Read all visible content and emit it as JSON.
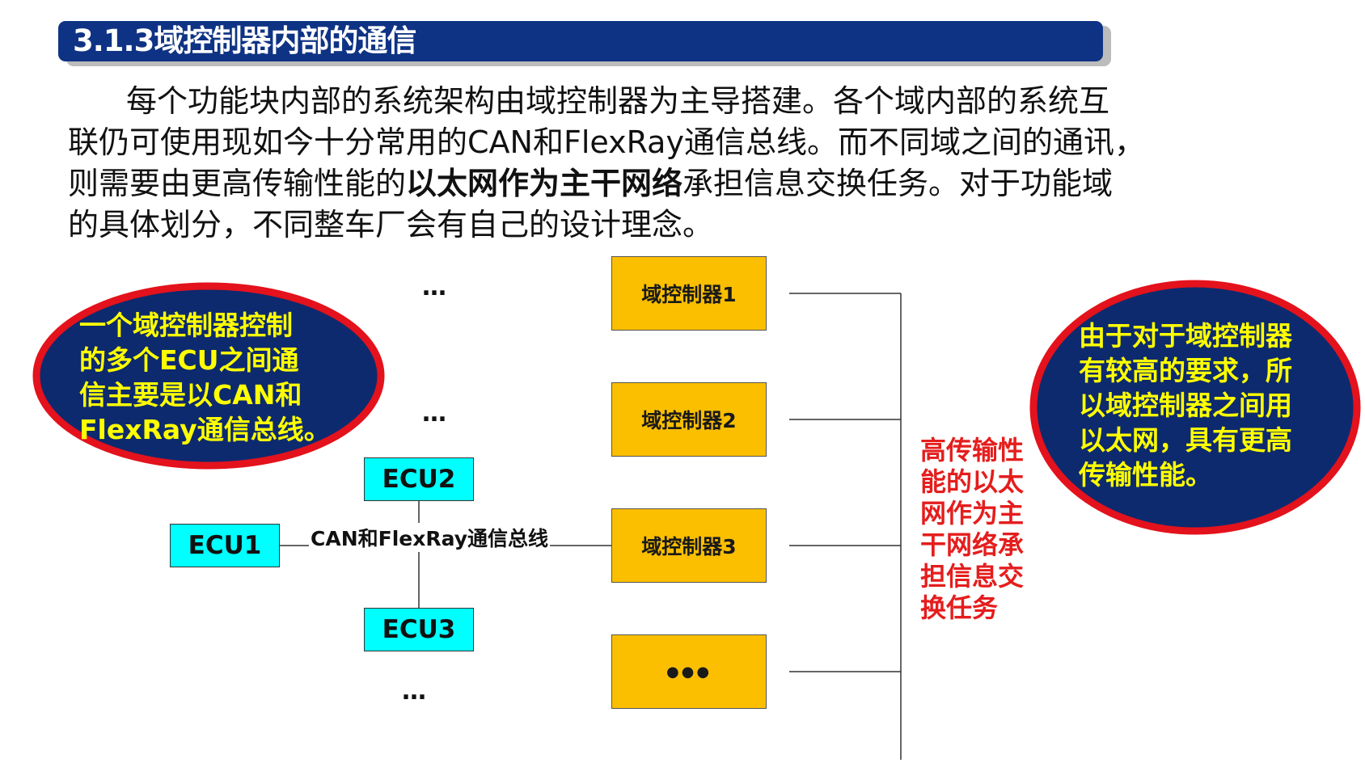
{
  "title": "3.1.3域控制器内部的通信",
  "intro": {
    "line1": "每个功能块内部的系统架构由域控制器为主导搭建。各个域内部的系统互",
    "line2_a": "联仍可使用现如今十分常用的",
    "line2_b": "CAN",
    "line2_c": "和",
    "line2_d": "FlexRay",
    "line2_e": "通信总线。而不同域之间的通讯，",
    "line3_a": "则需要由更高传输性能的",
    "line3_b": "以太网作为主干网络",
    "line3_c": "承担信息交换任务。对于功能域",
    "line4": "的具体划分，不同整车厂会有自己的设计理念。"
  },
  "diagram": {
    "controllers": [
      "域控制器1",
      "域控制器2",
      "域控制器3",
      "●●●"
    ],
    "ecus": {
      "ecu1": "ECU1",
      "ecu2": "ECU2",
      "ecu3": "ECU3"
    },
    "ellipsis": "…",
    "bus_label": "CAN和FlexRay通信总线",
    "left_note": [
      "一个域控制器控制",
      "的多个ECU之间通",
      "信主要是以CAN和",
      "FlexRay通信总线。"
    ],
    "right_note": [
      "由于对于域控制器",
      "有较高的要求，所",
      "以域控制器之间用",
      "以太网，具有更高",
      "传输性能。"
    ],
    "backbone_note": [
      "高传输性",
      "能的以太",
      "网作为主",
      "干网络承",
      "担信息交",
      "换任务"
    ]
  },
  "colors": {
    "title_bar": "#0f3384",
    "controller": "#fbbf00",
    "ecu": "#00ffff",
    "ellipse_fill": "#0d2a6e",
    "ellipse_border": "#e3121c",
    "note_text": "#ffff00",
    "backbone_text": "#e51d1d"
  }
}
